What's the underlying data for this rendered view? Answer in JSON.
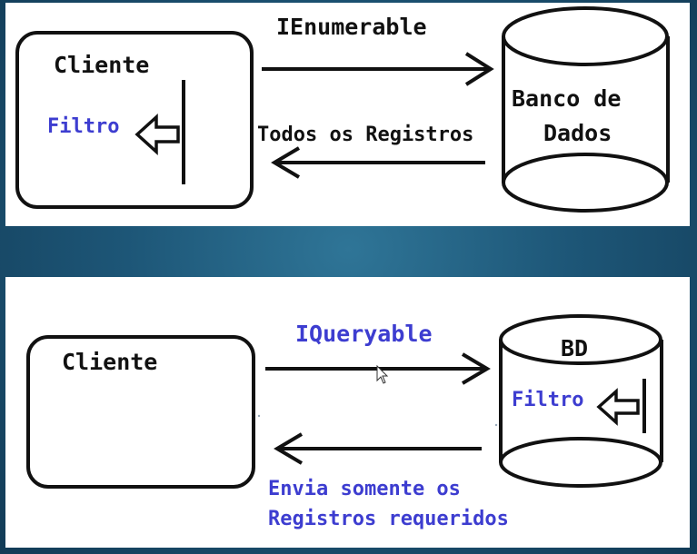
{
  "top": {
    "client_label": "Cliente",
    "filter_label": "Filtro",
    "arrow_top_label": "IEnumerable",
    "arrow_bottom_label": "Todos os Registros",
    "db_label_line1": "Banco de",
    "db_label_line2": "Dados"
  },
  "bottom": {
    "client_label": "Cliente",
    "arrow_top_label": "IQueryable",
    "db_label": "BD",
    "filter_label": "Filtro",
    "caption_line1": "Envia somente os",
    "caption_line2": "Registros requeridos"
  },
  "colors": {
    "accent": "#3d3dd0",
    "ink": "#111111",
    "background": "#1d5677"
  }
}
